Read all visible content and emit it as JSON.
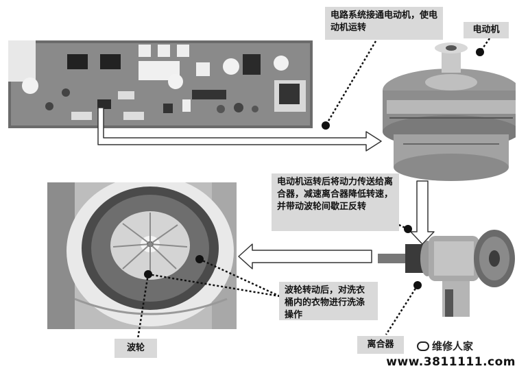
{
  "callouts": {
    "circuit": "电路系统接通电动机，使电动机运转",
    "motor_action": "电动机运转后将动力传送给离合器，减速离合器降低转速，并带动波轮间歇正反转",
    "wash": "波轮转动后，对洗衣桶内的衣物进行洗涤操作"
  },
  "labels": {
    "motor": "电动机",
    "pulsator": "波轮",
    "clutch": "离合器"
  },
  "watermark": {
    "brand": "维修人家",
    "site": "www.3811111.com"
  },
  "colors": {
    "callout_bg": "#d9d9d9",
    "arrow_fill": "#ffffff",
    "arrow_stroke": "#333333",
    "line": "#111111"
  }
}
